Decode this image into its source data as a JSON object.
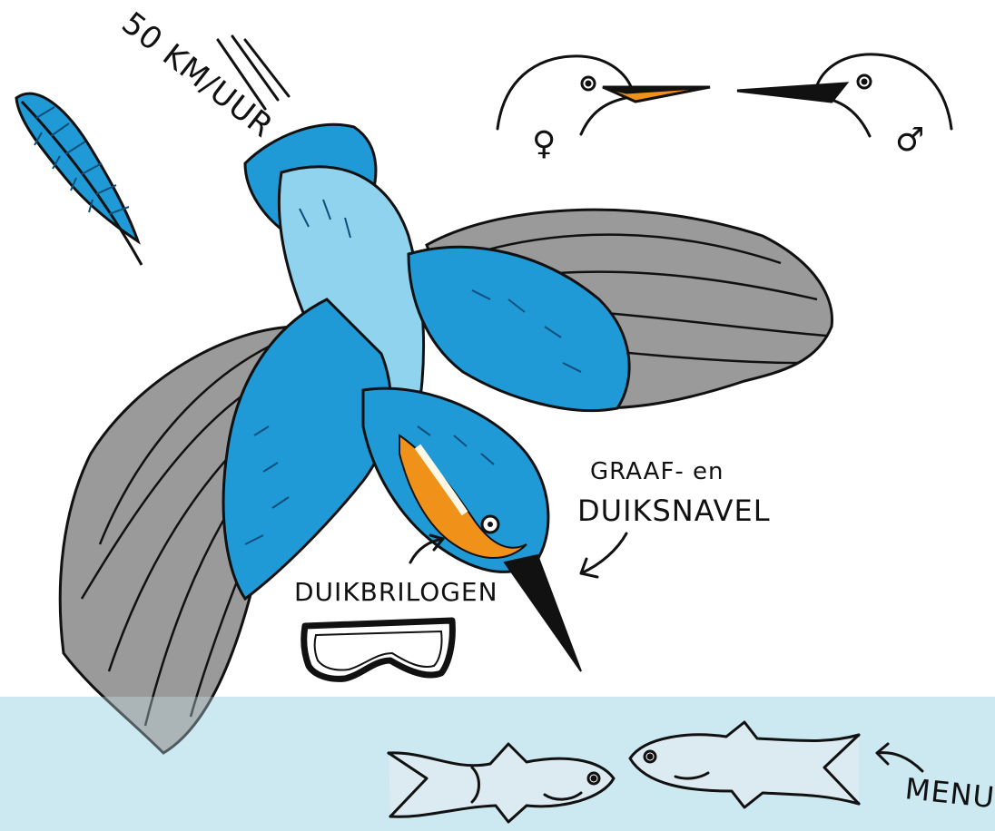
{
  "labels": {
    "speed": "50 KM/UUR",
    "beak_line1": "GRAAF- en",
    "beak_line2": "DUIKSNAVEL",
    "goggles": "DUIKBRILOGEN",
    "menu": "MENU",
    "female_symbol": "♀",
    "male_symbol": "♂"
  },
  "colors": {
    "water": "#cce8f2",
    "wing_grey": "#9a9a9a",
    "bird_blue": "#1f9ad6",
    "light_blue": "#8fd3ef",
    "orange": "#f0921a",
    "beak_black": "#111111",
    "fish_body": "#dcebf2",
    "outline": "#111111"
  },
  "icons": [
    "feather-icon",
    "speed-lines-icon",
    "bird-head-female-icon",
    "bird-head-male-icon",
    "kingfisher-icon",
    "goggles-icon",
    "fish-icon",
    "arrow-icon"
  ]
}
